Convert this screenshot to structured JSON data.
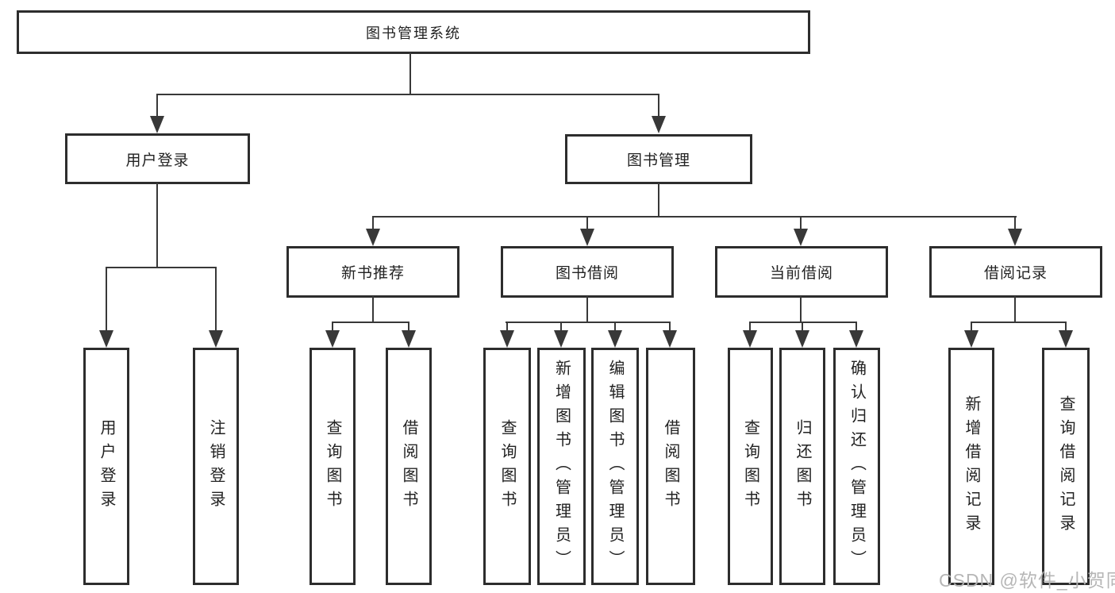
{
  "tree": {
    "root": {
      "label": "图书管理系统"
    },
    "branches": [
      {
        "label": "用户登录",
        "children": [
          {
            "label": "用户登录"
          },
          {
            "label": "注销登录"
          }
        ]
      },
      {
        "label": "图书管理",
        "groups": [
          {
            "label": "新书推荐",
            "children": [
              {
                "label": "查询图书"
              },
              {
                "label": "借阅图书"
              }
            ]
          },
          {
            "label": "图书借阅",
            "children": [
              {
                "label": "查询图书"
              },
              {
                "label": "新增图书（管理员）"
              },
              {
                "label": "编辑图书（管理员）"
              },
              {
                "label": "借阅图书"
              }
            ]
          },
          {
            "label": "当前借阅",
            "children": [
              {
                "label": "查询图书"
              },
              {
                "label": "归还图书"
              },
              {
                "label": "确认归还（管理员）"
              }
            ]
          },
          {
            "label": "借阅记录",
            "children": [
              {
                "label": "新增借阅记录"
              },
              {
                "label": "查询借阅记录"
              }
            ]
          }
        ]
      }
    ]
  },
  "watermark": "CSDN @软件_小贺同学",
  "colors": {
    "line": "#383838",
    "box_border": "#2d2d2d",
    "text": "#222222",
    "watermark": "#b3b3b3",
    "background": "#ffffff"
  }
}
